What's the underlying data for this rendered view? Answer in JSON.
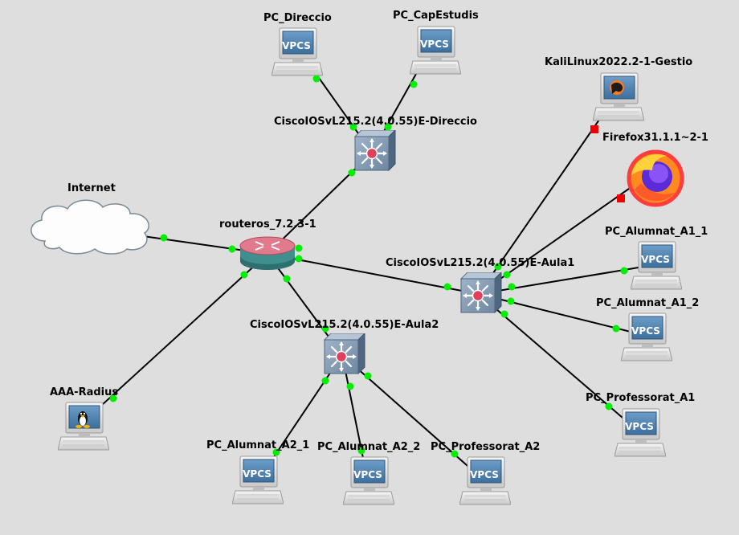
{
  "canvas": {
    "background": "#dedede",
    "link_color": "#000000",
    "port_up_color": "#00ee00",
    "port_down_color": "#ee0000"
  },
  "nodes": {
    "internet": {
      "label": "Internet",
      "icon": "cloud-icon"
    },
    "router": {
      "label": "routeros_7.2.3-1",
      "icon": "router-icon"
    },
    "sw_direccio": {
      "label": "CiscoIOSvL215.2(4.0.55)E-Direccio",
      "icon": "switch-icon"
    },
    "sw_aula1": {
      "label": "CiscoIOSvL215.2(4.0.55)E-Aula1",
      "icon": "switch-icon"
    },
    "sw_aula2": {
      "label": "CiscoIOSvL215.2(4.0.55)E-Aula2",
      "icon": "switch-icon"
    },
    "pc_direccio": {
      "label": "PC_Direccio",
      "icon": "vpcs-icon",
      "screen_text": "VPCS"
    },
    "pc_capestudis": {
      "label": "PC_CapEstudis",
      "icon": "vpcs-icon",
      "screen_text": "VPCS"
    },
    "kali": {
      "label": "KaliLinux2022.2-1-Gestio",
      "icon": "kali-icon"
    },
    "firefox": {
      "label": "Firefox31.1.1~2-1",
      "icon": "firefox-icon"
    },
    "pc_a1_1": {
      "label": "PC_Alumnat_A1_1",
      "icon": "vpcs-icon",
      "screen_text": "VPCS"
    },
    "pc_a1_2": {
      "label": "PC_Alumnat_A1_2",
      "icon": "vpcs-icon",
      "screen_text": "VPCS"
    },
    "pc_prof_a1": {
      "label": "PC_Professorat_A1",
      "icon": "vpcs-icon",
      "screen_text": "VPCS"
    },
    "aaa": {
      "label": "AAA-Radius",
      "icon": "linux-icon"
    },
    "pc_a2_1": {
      "label": "PC_Alumnat_A2_1",
      "icon": "vpcs-icon",
      "screen_text": "VPCS"
    },
    "pc_a2_2": {
      "label": "PC_Alumnat_A2_2",
      "icon": "vpcs-icon",
      "screen_text": "VPCS"
    },
    "pc_prof_a2": {
      "label": "PC_Professorat_A2",
      "icon": "vpcs-icon",
      "screen_text": "VPCS"
    }
  },
  "links": [
    {
      "from": "internet",
      "to": "router",
      "a_status": "up",
      "b_status": "up"
    },
    {
      "from": "router",
      "to": "sw_direccio",
      "a_status": "up",
      "b_status": "up"
    },
    {
      "from": "router",
      "to": "sw_aula1",
      "a_status": "up",
      "b_status": "up"
    },
    {
      "from": "router",
      "to": "sw_aula2",
      "a_status": "up",
      "b_status": "up"
    },
    {
      "from": "router",
      "to": "aaa",
      "a_status": "up",
      "b_status": "up"
    },
    {
      "from": "sw_direccio",
      "to": "pc_direccio",
      "a_status": "up",
      "b_status": "up"
    },
    {
      "from": "sw_direccio",
      "to": "pc_capestudis",
      "a_status": "up",
      "b_status": "up"
    },
    {
      "from": "sw_aula1",
      "to": "kali",
      "a_status": "up",
      "b_status": "down"
    },
    {
      "from": "sw_aula1",
      "to": "firefox",
      "a_status": "up",
      "b_status": "down"
    },
    {
      "from": "sw_aula1",
      "to": "pc_a1_1",
      "a_status": "up",
      "b_status": "up"
    },
    {
      "from": "sw_aula1",
      "to": "pc_a1_2",
      "a_status": "up",
      "b_status": "up"
    },
    {
      "from": "sw_aula1",
      "to": "pc_prof_a1",
      "a_status": "up",
      "b_status": "up"
    },
    {
      "from": "sw_aula2",
      "to": "pc_a2_1",
      "a_status": "up",
      "b_status": "up"
    },
    {
      "from": "sw_aula2",
      "to": "pc_a2_2",
      "a_status": "up",
      "b_status": "up"
    },
    {
      "from": "sw_aula2",
      "to": "pc_prof_a2",
      "a_status": "up",
      "b_status": "up"
    }
  ]
}
